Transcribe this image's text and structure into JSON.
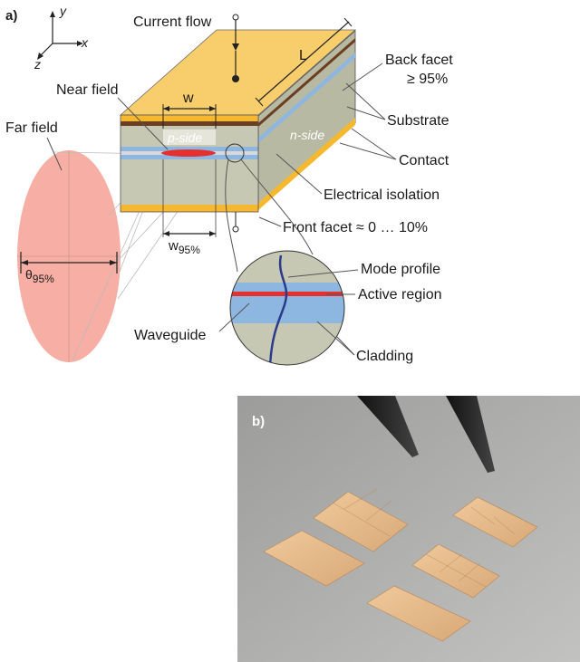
{
  "panel_a": {
    "tag": "a)",
    "axes": {
      "x": "x",
      "y": "y",
      "z": "z"
    },
    "labels": {
      "current_flow": "Current flow",
      "length": "L",
      "back_facet_line1": "Back facet",
      "back_facet_line2": "≥ 95%",
      "near_field": "Near field",
      "width": "w",
      "substrate": "Substrate",
      "p_side": "p-side",
      "n_side": "n-side",
      "far_field": "Far field",
      "contact": "Contact",
      "electrical_isolation": "Electrical isolation",
      "front_facet": "Front facet ≈ 0 … 10%",
      "w95_main": "w",
      "w95_sub": "95%",
      "theta_main": "θ",
      "theta_sub": "95%",
      "mode_profile": "Mode profile",
      "active_region": "Active region",
      "waveguide": "Waveguide",
      "cladding": "Cladding"
    },
    "colors": {
      "contact_gold": "#f5b82e",
      "top_face": "#f8cd6b",
      "substrate": "#c6c8b3",
      "waveguide": "#8db6e0",
      "active": "#e53030",
      "far_field": "#f6a59a",
      "isolation": "#6b3e22"
    }
  },
  "panel_b": {
    "tag": "b)",
    "background": "#a9a9a7",
    "chip_color": "#e2b98a"
  }
}
